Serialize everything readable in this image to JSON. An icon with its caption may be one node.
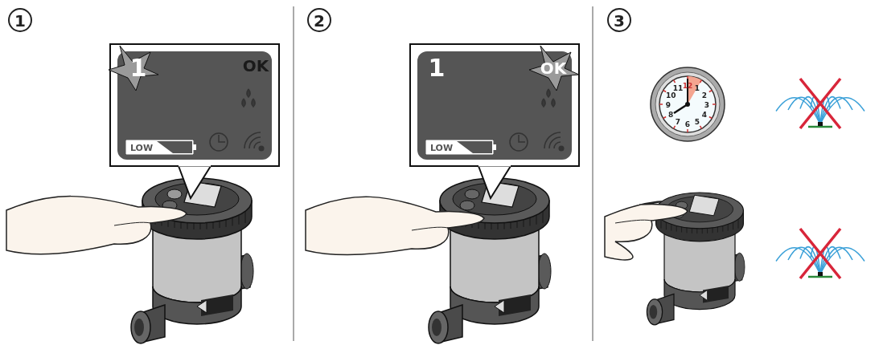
{
  "diagram": {
    "labels": [
      "1",
      "1",
      "OK",
      "LOW",
      "2",
      "1",
      "OK",
      "LOW",
      "3",
      "12",
      "1",
      "2",
      "3",
      "4",
      "5",
      "6",
      "7",
      "8",
      "9",
      "10",
      "11"
    ]
  }
}
